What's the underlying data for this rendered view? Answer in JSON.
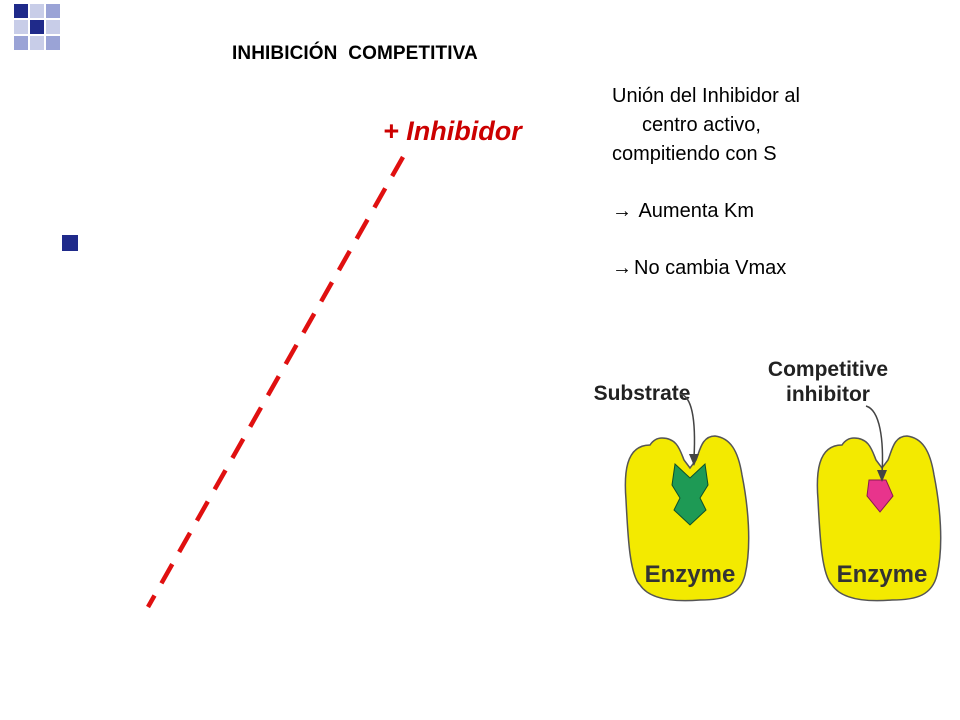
{
  "title": "INHIBICIÓN  COMPETITIVA",
  "inhibitor_label": "+ Inhibidor",
  "notes": {
    "line1": "Unión del Inhibidor al",
    "line2": "centro activo,",
    "line3": "compitiendo con S",
    "effect_km": " Aumenta Km",
    "effect_vmax": "No cambia Vmax"
  },
  "figure": {
    "substrate_label": "Substrate",
    "inhibitor_label_line1": "Competitive",
    "inhibitor_label_line2": "inhibitor",
    "enzyme_label_left": "Enzyme",
    "enzyme_label_right": "Enzyme"
  },
  "colors": {
    "accent_navy": "#1f2a8a",
    "deco_light": "#9aa3d6",
    "line_red": "#e01010",
    "enzyme_yellow": "#f3ea00",
    "substrate_green": "#1e9a55",
    "inhibitor_pink": "#e8348c"
  },
  "icons": {
    "arrow": "right-arrow-icon",
    "bullet": "square-bullet-icon"
  }
}
